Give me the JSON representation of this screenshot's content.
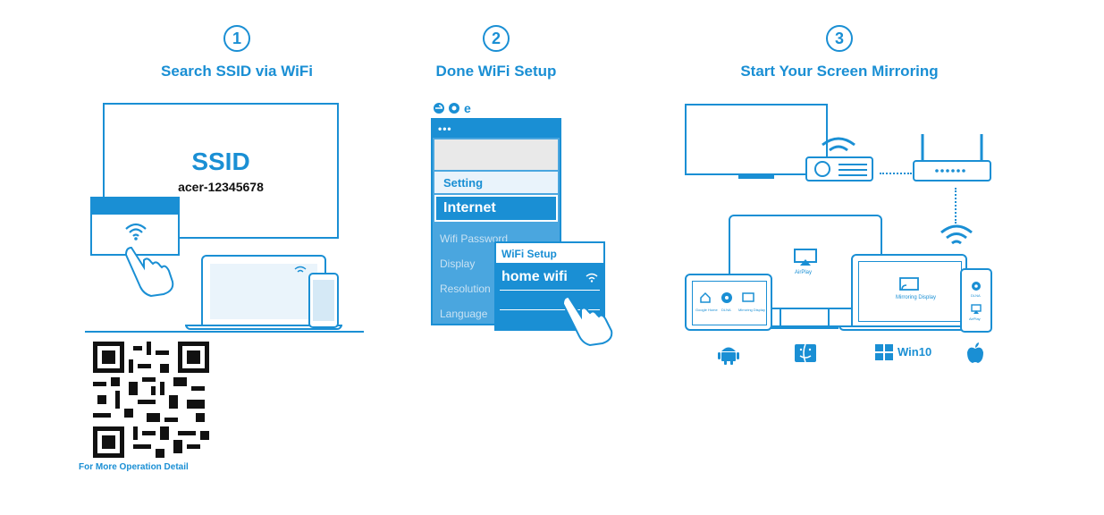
{
  "steps": [
    {
      "number": "1",
      "title": "Search SSID via WiFi"
    },
    {
      "number": "2",
      "title": "Done WiFi Setup"
    },
    {
      "number": "3",
      "title": "Start Your Screen Mirroring"
    }
  ],
  "step1": {
    "ssid_label": "SSID",
    "ssid_value": "acer-12345678",
    "qr_caption": "For More Operation Detail"
  },
  "step2": {
    "browser_icons": [
      "edge-icon",
      "chrome-icon",
      "ie-icon"
    ],
    "menu_header": "Setting",
    "menu_selected": "Internet",
    "menu_items": [
      "Wifi Password",
      "Display",
      "Resolution",
      "Language"
    ],
    "popup_title": "WiFi Setup",
    "popup_network": "home wifi"
  },
  "step3": {
    "airplay_label": "AirPlay",
    "tablet_labels": [
      "Google Home",
      "DLNA",
      "Mirroring Display"
    ],
    "laptop_label": "Mirroring Display",
    "phone_labels": [
      "DLNA",
      "AirPlay"
    ],
    "platform_icons": [
      "android-icon",
      "mac-finder-icon",
      "windows-icon",
      "apple-icon"
    ],
    "windows_label": "Win10"
  },
  "colors": {
    "accent": "#1a8fd4",
    "text_dark": "#111111",
    "menu_bg": "#4aa6df"
  }
}
